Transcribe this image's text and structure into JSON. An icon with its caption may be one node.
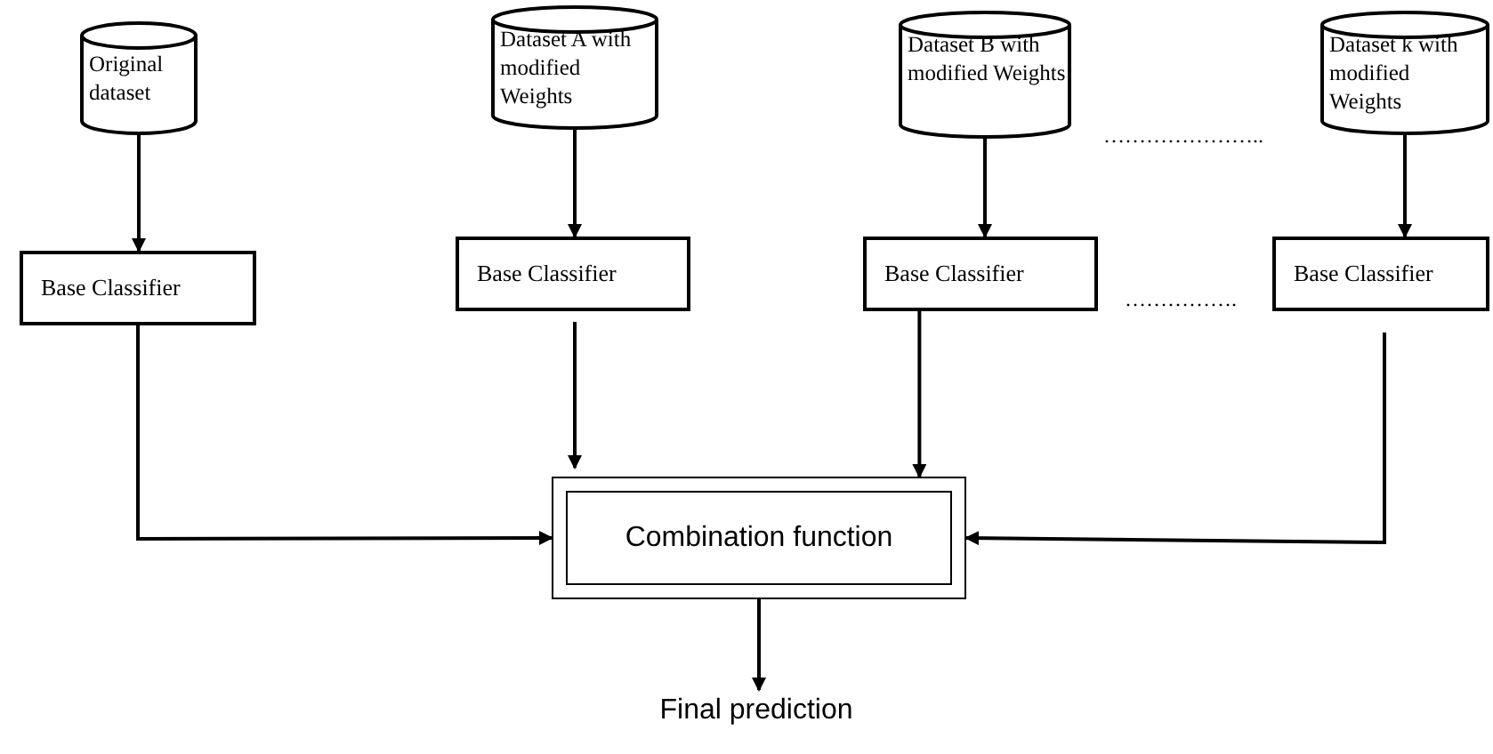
{
  "diagram": {
    "nodes": [
      {
        "text": [
          "Original dataset"
        ]
      },
      {
        "text": [
          "Dataset A with modified Weights"
        ]
      },
      {
        "text": [
          "Dataset B with modified Weights"
        ]
      },
      {
        "text": [
          "Dataset k with modified Weights"
        ]
      },
      {
        "text": [
          "Base Classifier"
        ]
      },
      {
        "text": [
          "Base Classifier"
        ]
      },
      {
        "text": [
          "Base Classifier"
        ]
      },
      {
        "text": [
          "Base Classifier"
        ]
      },
      {
        "text": [
          "Combination function"
        ]
      },
      {
        "text": [
          "Final prediction"
        ]
      }
    ],
    "edges": [
      {
        "from": 0,
        "to": 4,
        "arrow": "to"
      },
      {
        "from": 1,
        "to": 5,
        "arrow": "to"
      },
      {
        "from": 2,
        "to": 6,
        "arrow": "to"
      },
      {
        "from": 3,
        "to": 7,
        "arrow": "to"
      },
      {
        "from": 4,
        "to": 8,
        "arrow": "to"
      },
      {
        "from": 5,
        "to": 8,
        "arrow": "to"
      },
      {
        "from": 6,
        "to": 8,
        "arrow": "to"
      },
      {
        "from": 7,
        "to": 8,
        "arrow": "to"
      },
      {
        "from": 8,
        "to": 9,
        "arrow": "to"
      }
    ],
    "labels": [
      "…………………..",
      "……………."
    ]
  }
}
